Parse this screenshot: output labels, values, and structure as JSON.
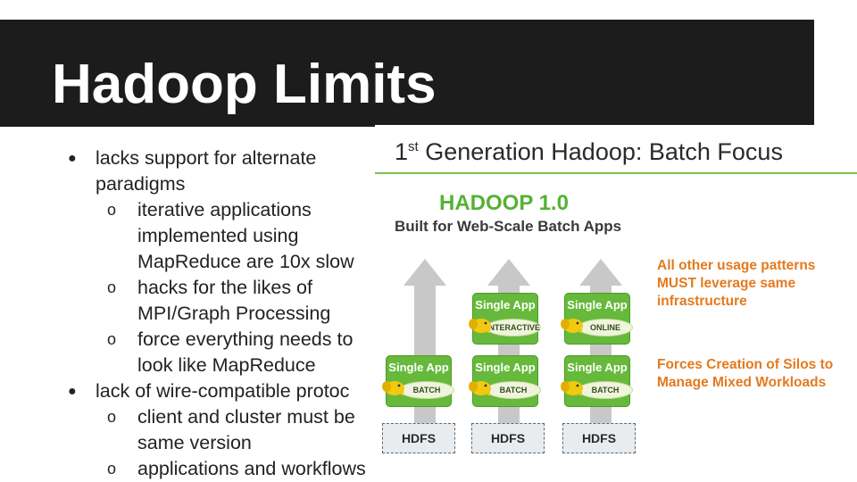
{
  "slide": {
    "title": "Hadoop Limits",
    "bullets": [
      {
        "level": 1,
        "text": "lacks support for alternate"
      },
      {
        "level": 0,
        "text": "paradigms"
      },
      {
        "level": 2,
        "text": "iterative applications"
      },
      {
        "level": 0,
        "text": "implemented using"
      },
      {
        "level": 0,
        "text": "MapReduce are 10x slow"
      },
      {
        "level": 2,
        "text": "hacks for the likes of"
      },
      {
        "level": 0,
        "text": "MPI/Graph Processing"
      },
      {
        "level": 2,
        "text": "force everything needs to"
      },
      {
        "level": 0,
        "text": "look like MapReduce"
      },
      {
        "level": 1,
        "text": "lack of wire-compatible protoc"
      },
      {
        "level": 2,
        "text": "client and cluster must be"
      },
      {
        "level": 0,
        "text": "same version"
      },
      {
        "level": 2,
        "text": "applications and workflows"
      }
    ],
    "bullet_marks": {
      "level1": "●",
      "level2": "o"
    }
  },
  "figure": {
    "title_prefix": "1",
    "title_sup": "st",
    "title_rest": " Generation Hadoop: Batch Focus",
    "heading": "HADOOP 1.0",
    "subheading": "Built for Web-Scale Batch Apps",
    "apps": [
      {
        "title": "Single App",
        "label": "BATCH"
      },
      {
        "title": "Single App",
        "label": "INTERACTIVE"
      },
      {
        "title": "Single App",
        "label": "BATCH"
      },
      {
        "title": "Single App",
        "label": "ONLINE"
      },
      {
        "title": "Single App",
        "label": "BATCH"
      }
    ],
    "hdfs": [
      "HDFS",
      "HDFS",
      "HDFS"
    ],
    "notes": [
      {
        "line1": "All other usage patterns",
        "line2": "MUST leverage same",
        "line3": "infrastructure"
      },
      {
        "line1": "Forces Creation of Silos to",
        "line2": "Manage Mixed Workloads"
      }
    ],
    "colors": {
      "green": "#66b93a",
      "heading_green": "#55b233",
      "orange": "#e37a1e",
      "arrow": "#c8c8c8"
    }
  }
}
